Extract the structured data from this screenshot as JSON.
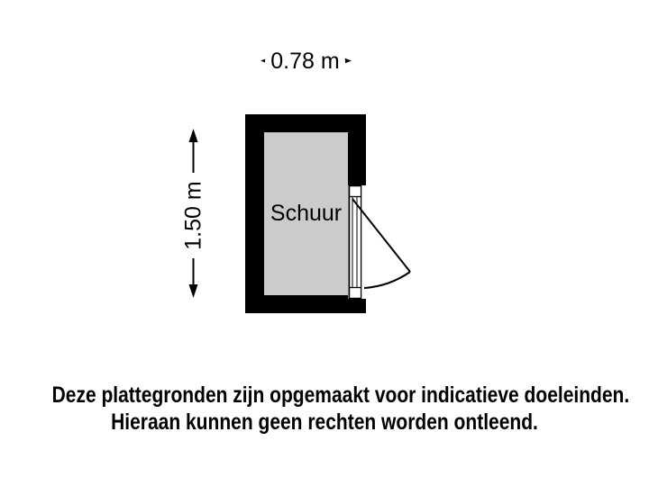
{
  "floorplan": {
    "room_label": "Schuur",
    "dimensions": {
      "width": "0.78 m",
      "height": "1.50 m"
    },
    "colors": {
      "wall": "#000000",
      "floor": "#CBCBCB",
      "lines": "#000000",
      "label_background": "#FFFFFF",
      "text": "#000000",
      "page_background": "#FFFFFF"
    }
  },
  "disclaimer": {
    "line1": "Deze plattegronden zijn opgemaakt voor indicatieve doeleinden.",
    "line2": "Hieraan kunnen geen rechten worden ontleend."
  }
}
